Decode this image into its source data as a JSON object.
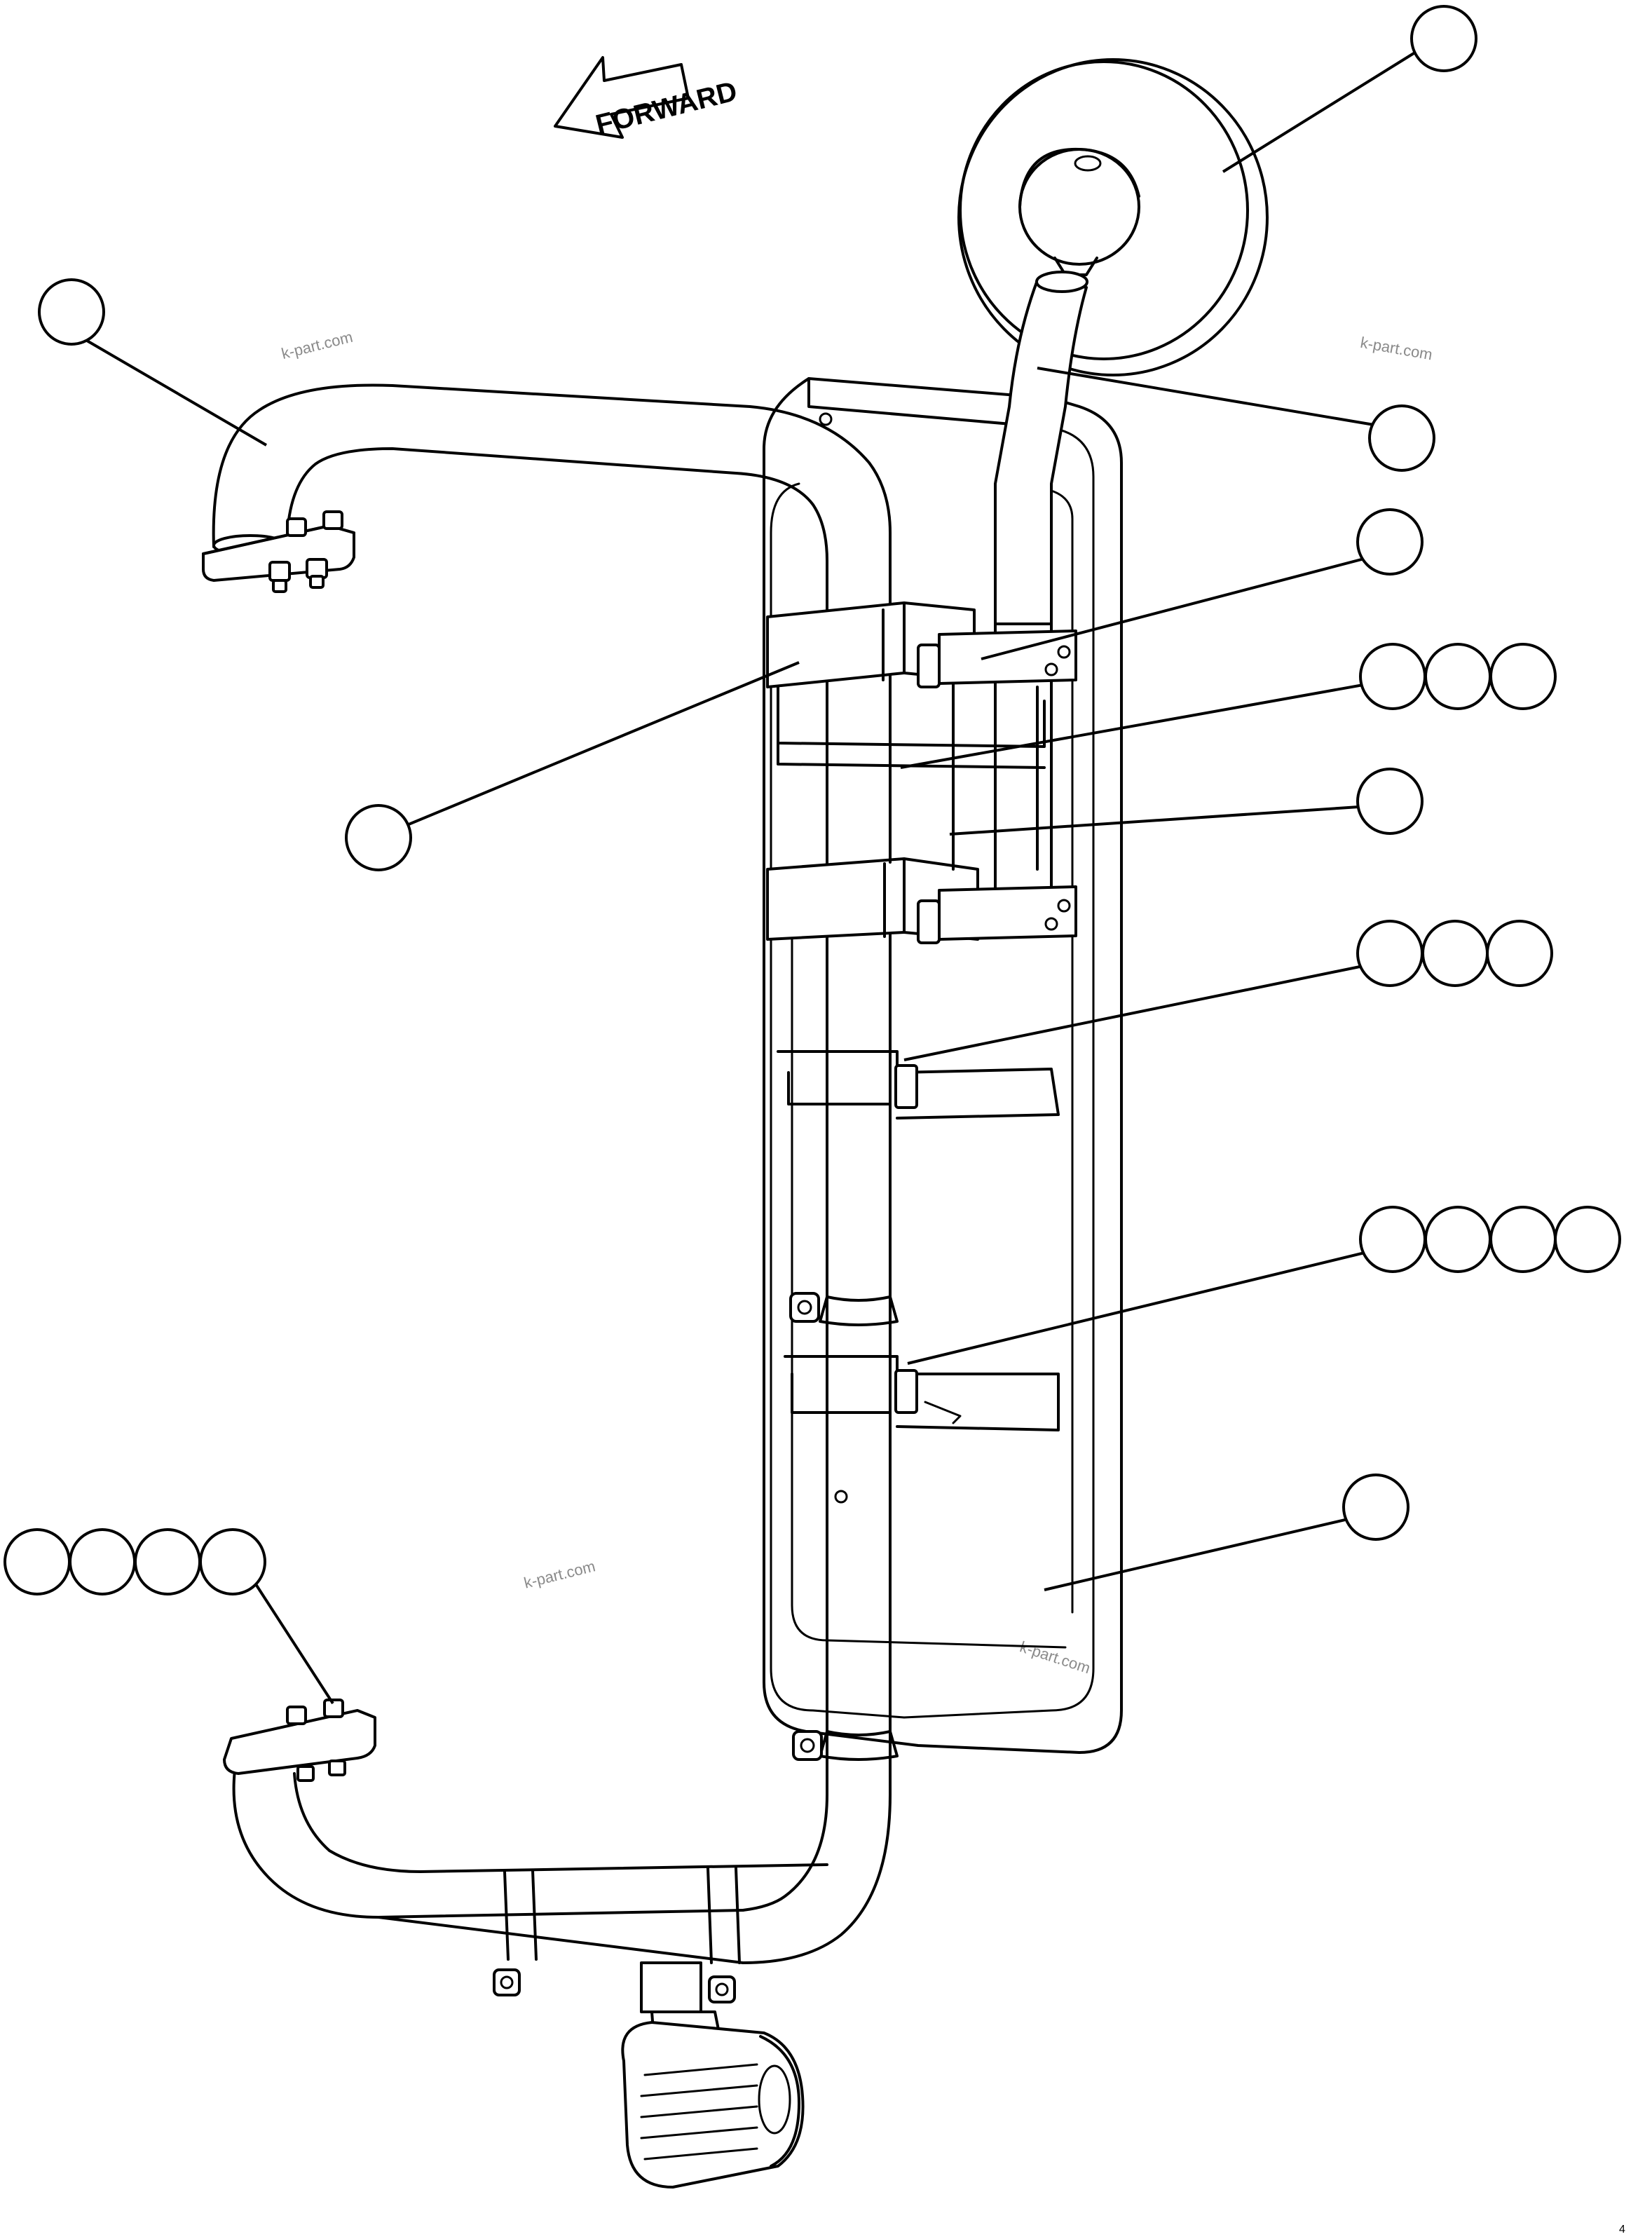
{
  "direction_label": "FORWARD",
  "watermarks": [
    "k-part.com",
    "k-part.com",
    "k-part.com",
    "k-part.com"
  ],
  "figure_code": "4",
  "callout_groups": [
    {
      "id": "mirror-head",
      "count": 1
    },
    {
      "id": "upper-arm-tube",
      "count": 1
    },
    {
      "id": "mirror-stem",
      "count": 1
    },
    {
      "id": "upper-right-clamp",
      "count": 1
    },
    {
      "id": "upper-fastener-set",
      "count": 3
    },
    {
      "id": "center-clamp-block",
      "count": 1
    },
    {
      "id": "bracket-spacer",
      "count": 1
    },
    {
      "id": "middle-fastener-set",
      "count": 3
    },
    {
      "id": "lower-fastener-set",
      "count": 4
    },
    {
      "id": "backing-plate",
      "count": 1
    },
    {
      "id": "lower-arm-fastener-set",
      "count": 4
    }
  ]
}
